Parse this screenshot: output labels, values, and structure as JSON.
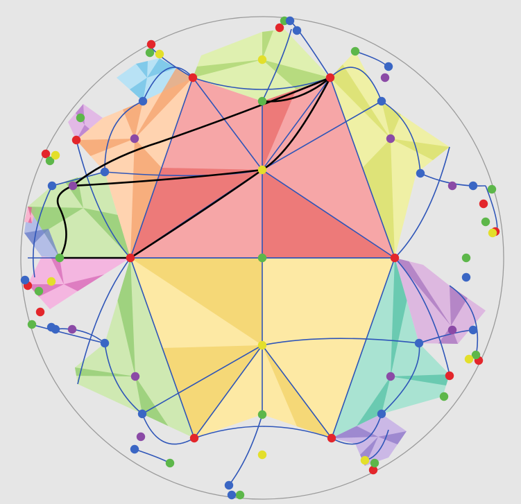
{
  "colors": {
    "background": "#e6e6e6",
    "boundary_circle": "#9a9a9a",
    "tile_edge": "#2e55b8",
    "highlight_path": "#000000",
    "vertex_red": "#e3262b",
    "vertex_green": "#5db74a",
    "vertex_yellow": "#e3df2b",
    "vertex_blue": "#3a66c4",
    "vertex_purple": "#8b4aa6"
  },
  "tiles": [
    {
      "name": "center-top",
      "light": "#f6a6a7",
      "dark": "#ea6b6a"
    },
    {
      "name": "center-bottom",
      "light": "#fde9a4",
      "dark": "#f2d268"
    },
    {
      "name": "right-upper",
      "light": "#eff0a5",
      "dark": "#d8df6a"
    },
    {
      "name": "left-upper",
      "light": "#cfe9b2",
      "dark": "#8fc96d"
    },
    {
      "name": "left-lower",
      "light": "#cfe9b2",
      "dark": "#8fc96d"
    },
    {
      "name": "right-lower",
      "light": "#a9e3d2",
      "dark": "#56c1a5"
    },
    {
      "name": "top-green",
      "light": "#dff0b0",
      "dark": "#a9d46f"
    },
    {
      "name": "upper-left-orange",
      "light": "#ffd3b0",
      "dark": "#f4a26c"
    },
    {
      "name": "right-purple",
      "light": "#ddb8e0",
      "dark": "#a775bf"
    },
    {
      "name": "bottom-purple",
      "light": "#cbb8e6",
      "dark": "#8f79c8"
    },
    {
      "name": "left-blue",
      "light": "#b3bde6",
      "dark": "#6b7fc7"
    },
    {
      "name": "left-pink",
      "light": "#f4b6e0",
      "dark": "#d76ab7"
    },
    {
      "name": "top-blue",
      "light": "#b8e2f5",
      "dark": "#6fc1e6"
    },
    {
      "name": "top-left-purple",
      "light": "#e2b9e6",
      "dark": "#b479c9"
    },
    {
      "name": "far-left-pink",
      "light": "#f7b6cf",
      "dark": "#e25c92"
    }
  ]
}
